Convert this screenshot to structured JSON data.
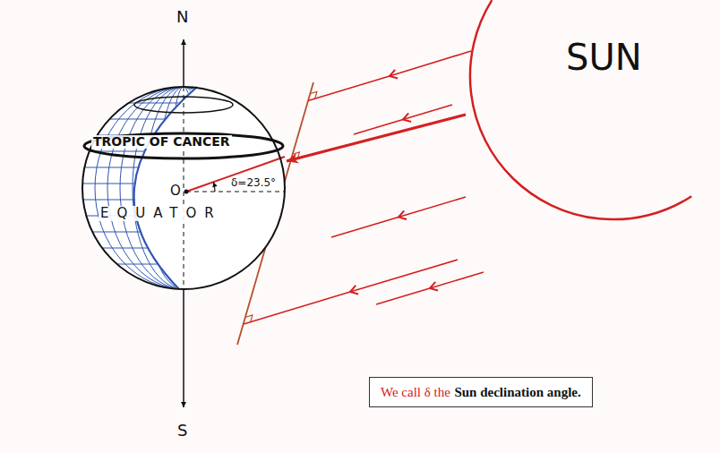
{
  "diagram": {
    "nodes": [
      {
        "text": [
          "TROPIC OF CANCER",
          "O",
          "δ=23.5°",
          "EQUATOR"
        ]
      },
      {
        "text": [
          "SUN"
        ]
      },
      {
        "text": [
          "We call δ the",
          "Sun declination angle."
        ]
      }
    ],
    "edges": [
      {
        "from": 1,
        "to": 0,
        "arrow": "to"
      }
    ],
    "labels": [
      "N",
      "S"
    ]
  }
}
